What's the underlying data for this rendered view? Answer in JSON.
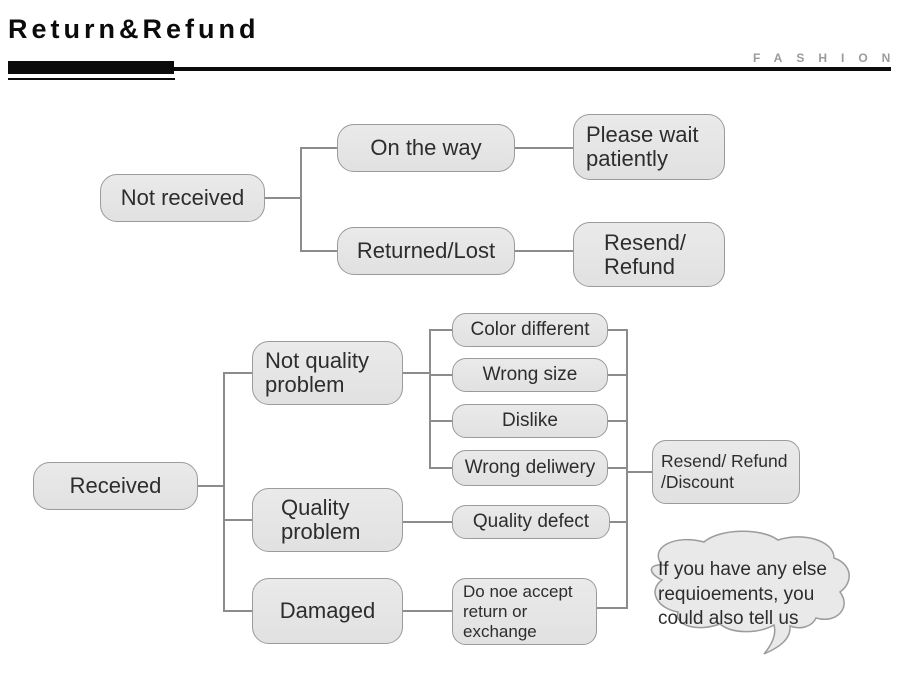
{
  "header": {
    "title": "Return&Refund",
    "brand": "FASHION"
  },
  "colors": {
    "box_fill": "#e5e5e5",
    "box_border": "#9b9b9b",
    "connector": "#8c8c8c",
    "title_text": "#0b0b0b",
    "brand_text": "#9b9b9b",
    "node_text": "#2d2d2d"
  },
  "flow": {
    "not_received": "Not received",
    "on_the_way": "On the way",
    "please_wait": [
      "Please wait",
      "patiently"
    ],
    "returned_lost": "Returned/Lost",
    "resend_refund": [
      "Resend/",
      "Refund"
    ],
    "received": "Received",
    "not_quality_problem": [
      "Not quality",
      "problem"
    ],
    "quality_problem": [
      "Quality",
      "problem"
    ],
    "damaged": "Damaged",
    "color_different": "Color different",
    "wrong_size": "Wrong size",
    "dislike": "Dislike",
    "wrong_delivery": "Wrong deliwery",
    "quality_defect": "Quality defect",
    "no_return_exchange": [
      "Do noe accept",
      "return or",
      "exchange"
    ],
    "resend_refund_discount": [
      "Resend/ Refund",
      "/Discount"
    ],
    "bubble": [
      "If you have any else",
      "requioements, you",
      "could also tell us"
    ]
  }
}
